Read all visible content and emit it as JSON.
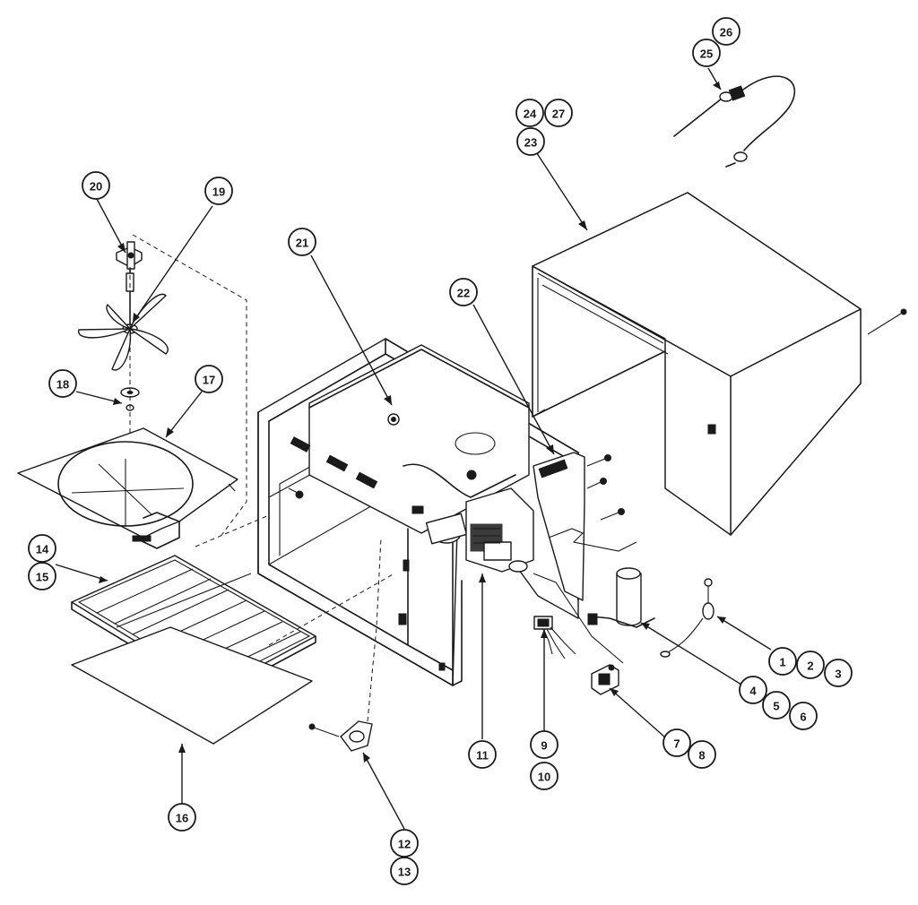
{
  "callouts": [
    {
      "id": "c1",
      "label": "1"
    },
    {
      "id": "c2",
      "label": "2"
    },
    {
      "id": "c3",
      "label": "3"
    },
    {
      "id": "c4",
      "label": "4"
    },
    {
      "id": "c5",
      "label": "5"
    },
    {
      "id": "c6",
      "label": "6"
    },
    {
      "id": "c7",
      "label": "7"
    },
    {
      "id": "c8",
      "label": "8"
    },
    {
      "id": "c9",
      "label": "9"
    },
    {
      "id": "c10",
      "label": "10"
    },
    {
      "id": "c11",
      "label": "11"
    },
    {
      "id": "c12",
      "label": "12"
    },
    {
      "id": "c13",
      "label": "13"
    },
    {
      "id": "c14",
      "label": "14"
    },
    {
      "id": "c15",
      "label": "15"
    },
    {
      "id": "c16",
      "label": "16"
    },
    {
      "id": "c17",
      "label": "17"
    },
    {
      "id": "c18",
      "label": "18"
    },
    {
      "id": "c19",
      "label": "19"
    },
    {
      "id": "c20",
      "label": "20"
    },
    {
      "id": "c21",
      "label": "21"
    },
    {
      "id": "c22",
      "label": "22"
    },
    {
      "id": "c23",
      "label": "23"
    },
    {
      "id": "c24",
      "label": "24"
    },
    {
      "id": "c25",
      "label": "25"
    },
    {
      "id": "c26",
      "label": "26"
    },
    {
      "id": "c27",
      "label": "27"
    }
  ],
  "colors": {
    "line": "#1a1a1a",
    "background": "#ffffff"
  }
}
